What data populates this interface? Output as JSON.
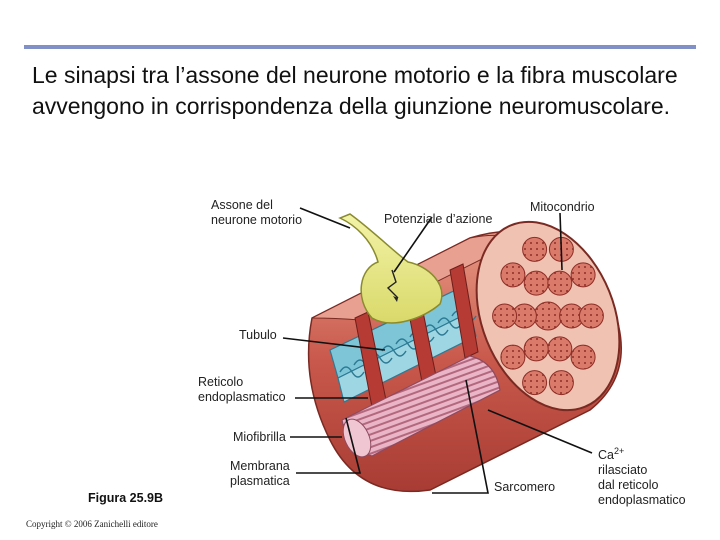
{
  "slide": {
    "title": "Le sinapsi tra l’assone del neurone motorio e la fibra muscolare avvengono in corrispondenza della giunzione neuromuscolare."
  },
  "labels": {
    "axon": "Assone del\nneurone motorio",
    "action_potential": "Potenziale d’azione",
    "mitochondrion": "Mitocondrio",
    "tubule": "Tubulo",
    "er": "Reticolo\nendoplasmatico",
    "myofibril": "Miofibrilla",
    "membrane": "Membrana\nplasmatica",
    "sarcomere": "Sarcomero",
    "ca_base": "Ca",
    "ca_charge": "2+",
    "ca_rest": "rilasciato\ndal reticolo\nendoplasmatico"
  },
  "figure_label": "Figura 25.9B",
  "copyright": "Copyright © 2006 Zanichelli editore",
  "colors": {
    "rule": "#8190c6",
    "muscle_outer": "#c8584b",
    "muscle_light": "#e8a090",
    "neuron": "#ecec88",
    "tubule_blue": "#7ec5d8",
    "myofibril_pink": "#e8b3c3"
  }
}
